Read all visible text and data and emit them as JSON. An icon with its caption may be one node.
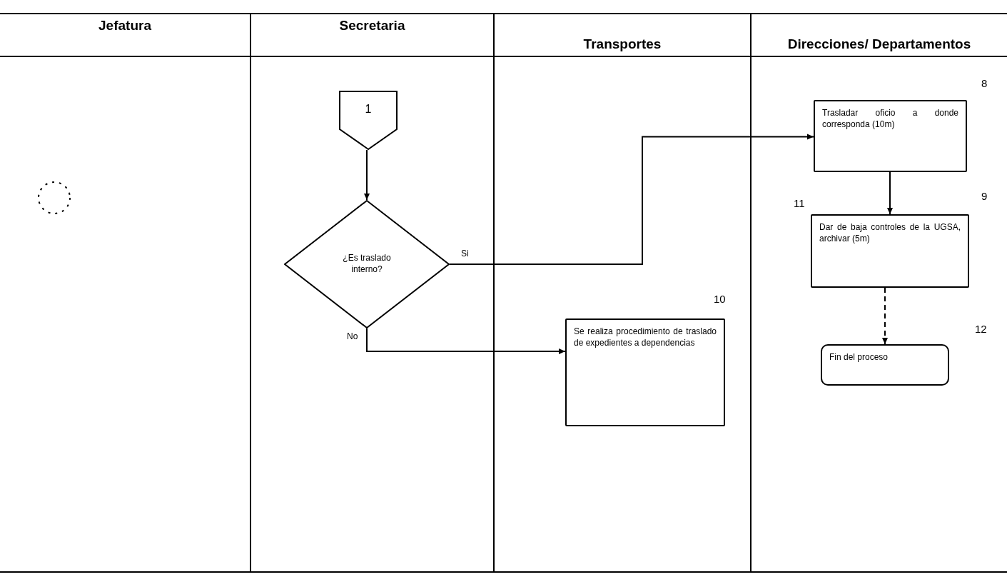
{
  "diagram": {
    "nodes": [
      {
        "text": [
          "Jefatura"
        ]
      },
      {
        "text": [
          "Secretaria"
        ]
      },
      {
        "text": [
          "Transportes"
        ]
      },
      {
        "text": [
          "Direcciones/ Departamentos"
        ]
      },
      {
        "text": [],
        "shape": "circle",
        "in": 0
      },
      {
        "text": [
          "1"
        ],
        "in": 1
      },
      {
        "text": [
          "¿Es traslado interno?"
        ],
        "in": 1
      },
      {
        "text": [
          "Se realiza procedimiento de traslado de expedientes a dependencias"
        ],
        "in": 2,
        "beside": [
          "10"
        ]
      },
      {
        "text": [
          "Trasladar oficio a donde corresponda (10m)"
        ],
        "in": 3,
        "beside": [
          "8"
        ]
      },
      {
        "text": [
          "Dar de baja controles de la UGSA, archivar (5m)"
        ],
        "in": 3,
        "beside": [
          "9"
        ]
      },
      {
        "text": [
          "Fin del proceso"
        ],
        "in": 3,
        "beside": [
          "12"
        ]
      }
    ],
    "edges": [
      {
        "from": 5,
        "to": 6,
        "arrow": "to"
      },
      {
        "from": 6,
        "to": 8,
        "arrow": "to",
        "label": "Si"
      },
      {
        "from": 6,
        "to": 7,
        "arrow": "to",
        "label": "No"
      },
      {
        "from": 8,
        "to": 9,
        "arrow": "to"
      },
      {
        "from": 9,
        "to": 10,
        "arrow": "to",
        "style": "dashed"
      }
    ],
    "labels": [
      "11"
    ]
  }
}
